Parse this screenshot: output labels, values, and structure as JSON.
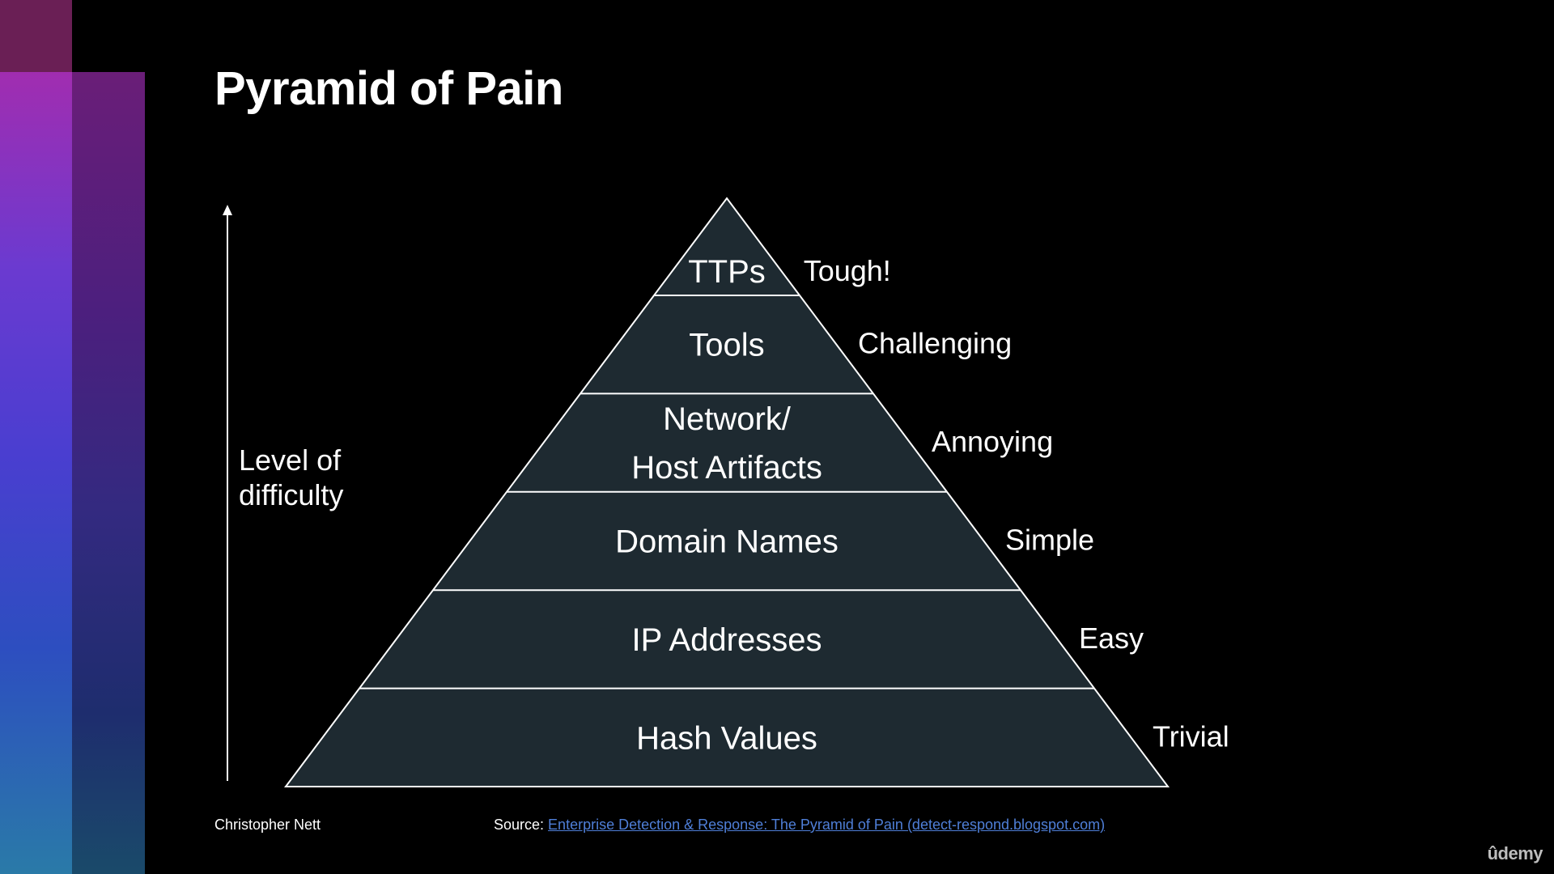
{
  "slide": {
    "title": "Pyramid of Pain",
    "difficulty_label": [
      "Level of",
      "difficulty"
    ],
    "author": "Christopher Nett",
    "source_prefix": "Source: ",
    "source_link_text": "Enterprise Detection & Response: The Pyramid of Pain (detect-respond.blogspot.com)",
    "brand": "ûdemy"
  },
  "pyramid": {
    "levels": [
      {
        "label_lines": [
          "TTPs"
        ],
        "difficulty": "Tough!"
      },
      {
        "label_lines": [
          "Tools"
        ],
        "difficulty": "Challenging"
      },
      {
        "label_lines": [
          "Network/",
          "Host Artifacts"
        ],
        "difficulty": "Annoying"
      },
      {
        "label_lines": [
          "Domain Names"
        ],
        "difficulty": "Simple"
      },
      {
        "label_lines": [
          "IP Addresses"
        ],
        "difficulty": "Easy"
      },
      {
        "label_lines": [
          "Hash Values"
        ],
        "difficulty": "Trivial"
      }
    ]
  },
  "colors": {
    "background": "#000000",
    "pyramid_fill": "#1e2a31",
    "pyramid_stroke": "#ffffff",
    "text": "#ffffff",
    "link": "#4f7fd8"
  }
}
